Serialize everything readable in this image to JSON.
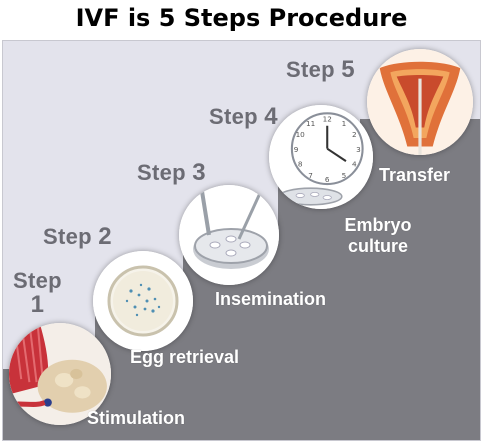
{
  "title": "IVF is 5 Steps Procedure",
  "steps": [
    {
      "word": "Step",
      "number": "1",
      "caption": "Stimulation",
      "icon": "ovary-icon"
    },
    {
      "word": "Step",
      "number": "2",
      "caption": "Egg retrieval",
      "icon": "egg-dish-icon"
    },
    {
      "word": "Step",
      "number": "3",
      "caption": "Insemination",
      "icon": "petri-dish-pipette-icon"
    },
    {
      "word": "Step",
      "number": "4",
      "caption_line1": "Embryo",
      "caption_line2": "culture",
      "icon": "clock-icon"
    },
    {
      "word": "Step",
      "number": "5",
      "caption": "Transfer",
      "icon": "uterus-icon"
    }
  ],
  "colors": {
    "background": "#e3e3ec",
    "stair": "#7c7c82",
    "label_gray": "#6c6c74",
    "caption_white": "#ffffff"
  }
}
